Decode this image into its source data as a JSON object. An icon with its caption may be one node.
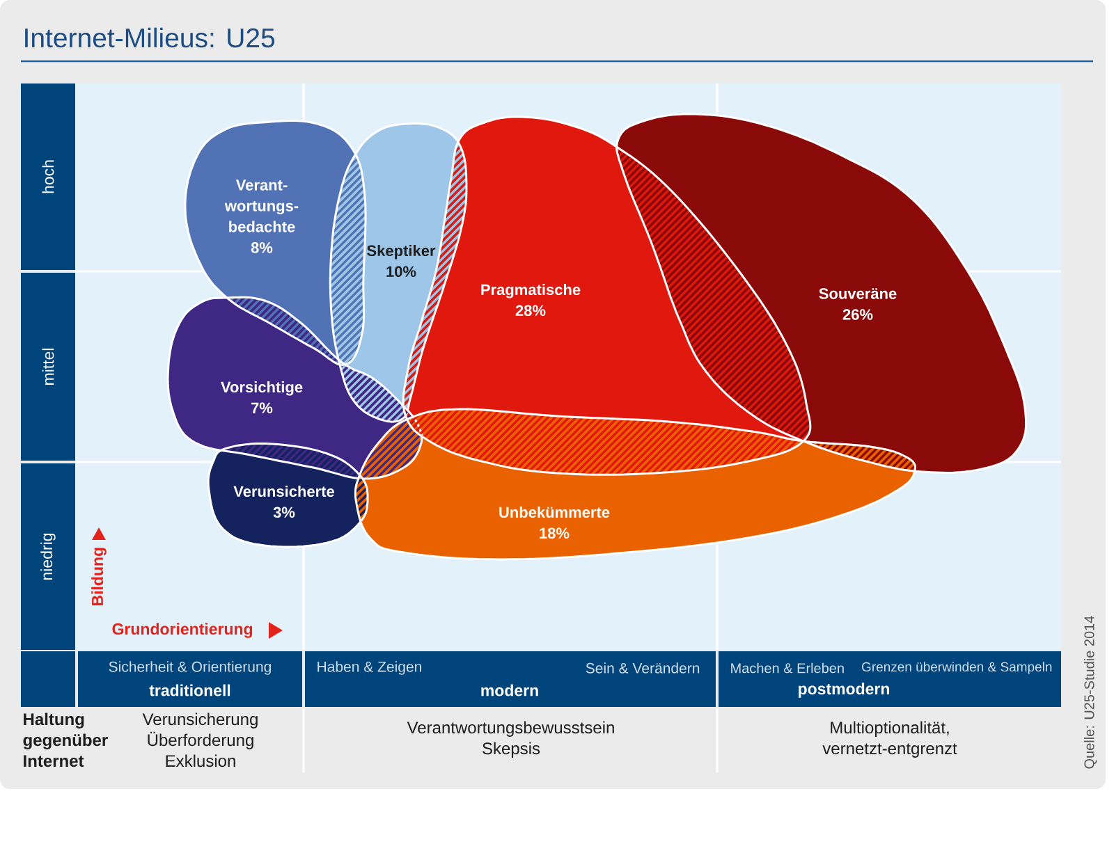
{
  "diagram": {
    "title": "Internet-Milieus: U25",
    "nodes": [
      {
        "text": [
          "Verant- wortungs- bedachte",
          "8%"
        ]
      },
      {
        "text": [
          "Skeptiker",
          "10%"
        ]
      },
      {
        "text": [
          "Pragmatische",
          "28%"
        ]
      },
      {
        "text": [
          "Souveräne",
          "26%"
        ]
      },
      {
        "text": [
          "Vorsichtige",
          "7%"
        ]
      },
      {
        "text": [
          "Verunsicherte",
          "3%"
        ]
      },
      {
        "text": [
          "Unbekümmerte",
          "18%"
        ]
      },
      {
        "text": [
          "hoch"
        ]
      },
      {
        "text": [
          "mittel"
        ]
      },
      {
        "text": [
          "niedrig"
        ]
      },
      {
        "text": [
          "Sicherheit & Orientierung",
          "traditionell"
        ]
      },
      {
        "text": [
          "Haben & Zeigen",
          "Sein & Verändern",
          "modern"
        ]
      },
      {
        "text": [
          "Machen & Erleben",
          "Grenzen überwinden & Sampeln",
          "postmodern"
        ]
      }
    ],
    "labels": [
      "Bildung",
      "Grundorientierung",
      "Haltung gegenüber Internet",
      "Verunsicherung Überforderung Exklusion",
      "Verantwortungsbewusstsein Skepsis",
      "Multioptionalität, vernetzt-entgrenzt",
      "Quelle: U25-Studie 2014"
    ]
  }
}
